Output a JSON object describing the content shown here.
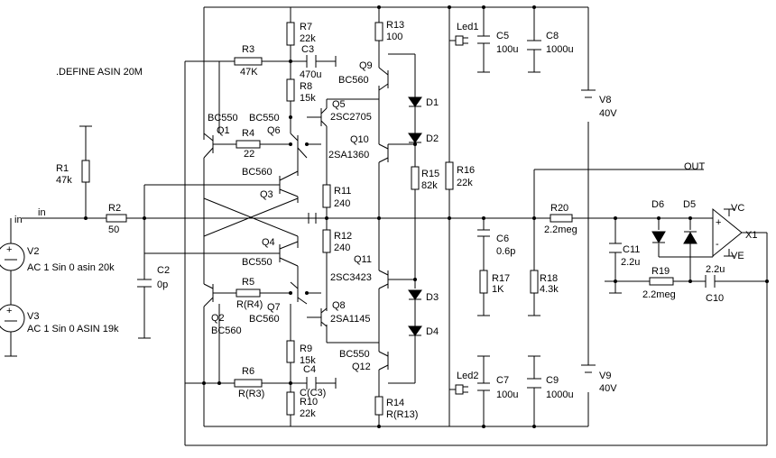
{
  "directive": ".DEFINE ASIN 20M",
  "resistors": [
    {
      "id": "R1",
      "value": "47k"
    },
    {
      "id": "R2",
      "value": "50"
    },
    {
      "id": "R3",
      "value": "47K"
    },
    {
      "id": "R4",
      "value": "22"
    },
    {
      "id": "R5",
      "value": "R(R4)"
    },
    {
      "id": "R6",
      "value": "R(R3)"
    },
    {
      "id": "R7",
      "value": "22k"
    },
    {
      "id": "R8",
      "value": "15k"
    },
    {
      "id": "R9",
      "value": "15k"
    },
    {
      "id": "R10",
      "value": "22k"
    },
    {
      "id": "R11",
      "value": "240"
    },
    {
      "id": "R12",
      "value": "240"
    },
    {
      "id": "R13",
      "value": "100"
    },
    {
      "id": "R14",
      "value": "R(R13)"
    },
    {
      "id": "R15",
      "value": "82k"
    },
    {
      "id": "R16",
      "value": "22k"
    },
    {
      "id": "R17",
      "value": "1K"
    },
    {
      "id": "R18",
      "value": "4.3k"
    },
    {
      "id": "R19",
      "value": "2.2meg"
    },
    {
      "id": "R20",
      "value": "2.2meg"
    }
  ],
  "capacitors": [
    {
      "id": "C2",
      "value": "0p"
    },
    {
      "id": "C3",
      "value": "470u"
    },
    {
      "id": "C4",
      "value": "C(C3)"
    },
    {
      "id": "C5",
      "value": "100u"
    },
    {
      "id": "C6",
      "value": "0.6p"
    },
    {
      "id": "C7",
      "value": "100u"
    },
    {
      "id": "C8",
      "value": "1000u"
    },
    {
      "id": "C9",
      "value": "1000u"
    },
    {
      "id": "C10",
      "value": "2.2u"
    },
    {
      "id": "C11",
      "value": "2.2u"
    }
  ],
  "transistors": [
    {
      "id": "Q1",
      "part": "BC550"
    },
    {
      "id": "Q2",
      "part": "BC560"
    },
    {
      "id": "Q3",
      "part": "BC560"
    },
    {
      "id": "Q4",
      "part": "BC550"
    },
    {
      "id": "Q5",
      "part": "2SC2705"
    },
    {
      "id": "Q6",
      "part": "BC550"
    },
    {
      "id": "Q7",
      "part": "BC560"
    },
    {
      "id": "Q8",
      "part": "2SA1145"
    },
    {
      "id": "Q9",
      "part": "BC560"
    },
    {
      "id": "Q10",
      "part": "2SA1360"
    },
    {
      "id": "Q11",
      "part": "2SC3423"
    },
    {
      "id": "Q12",
      "part": "BC550"
    }
  ],
  "diodes": [
    "D1",
    "D2",
    "D3",
    "D4",
    "D5",
    "D6"
  ],
  "leds": [
    "Led1",
    "Led2"
  ],
  "sources": [
    {
      "id": "V2",
      "spec": "AC 1 Sin 0 asin 20k"
    },
    {
      "id": "V3",
      "spec": "AC 1 Sin 0 ASIN 19k"
    },
    {
      "id": "V8",
      "value": "40V"
    },
    {
      "id": "V9",
      "value": "40V"
    }
  ],
  "opamp": {
    "id": "X1",
    "pins": [
      "VC",
      "VE"
    ],
    "signs": [
      "+",
      "-"
    ]
  },
  "nets": {
    "in": "in",
    "out": "OUT"
  }
}
